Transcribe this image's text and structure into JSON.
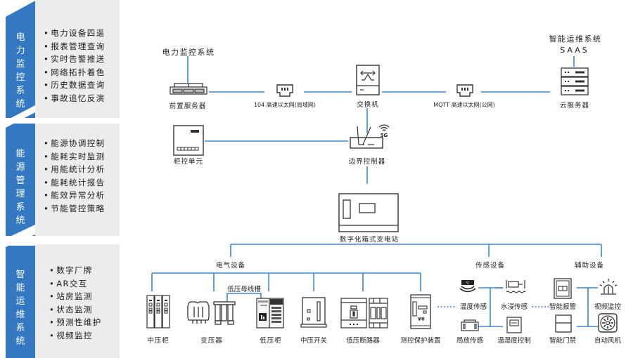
{
  "colors": {
    "accent": "#3478c1",
    "panel_bg": "#ececec",
    "line": "#3b86d0",
    "icon_stroke": "#333333"
  },
  "panels": [
    {
      "title": "电力监控系统",
      "items": [
        "电力设备四遥",
        "报表管理查询",
        "实时告警推送",
        "网络拓扑着色",
        "历史数据查询",
        "事故追忆反演"
      ]
    },
    {
      "title": "能源管理系统",
      "items": [
        "能源协调控制",
        "能耗实时监测",
        "用能统计分析",
        "能耗统计报告",
        "能效异常分析",
        "节能管控策略"
      ]
    },
    {
      "title": "智能运维系统",
      "items": [
        "数字厂牌",
        "AR交互",
        "站房监测",
        "状态监测",
        "预测性维护",
        "视频监控"
      ]
    }
  ],
  "diagram": {
    "top": {
      "power_monitor_system": "电力监控系统",
      "front_server": "前置服务器",
      "lan_link": "104 高速以太网(局域网)",
      "switch": "交换机",
      "wan_link": "MQTT 高速以太网(公网)",
      "smart_ops_system": "智能运维系统",
      "saas": "SAAS",
      "cloud_server": "云服务器"
    },
    "middle": {
      "cabinet_control_unit": "柜控单元",
      "edge_controller": "边界控制器",
      "badge_5g": "5G",
      "substation": "数字化箱式变电站"
    },
    "groups": {
      "electrical": "电气设备",
      "sensing": "传感设备",
      "auxiliary": "辅助设备",
      "lv_busway": "低压母线槽"
    },
    "devices": {
      "mv_cabinet": "中压柜",
      "transformer": "变压器",
      "lv_cabinet": "低压柜",
      "mv_switch": "中压开关",
      "lv_breaker": "低压断路器",
      "protection": "测控保护装置",
      "temp_sensor": "温度传感",
      "water_sensor": "水浸传感",
      "pd_sensor": "局放传感",
      "humidity_ctrl": "温湿度控制",
      "smart_alarm": "智能报警",
      "video_monitor": "视频监控",
      "smart_access": "智能门禁",
      "auto_fan": "自动风机"
    }
  }
}
